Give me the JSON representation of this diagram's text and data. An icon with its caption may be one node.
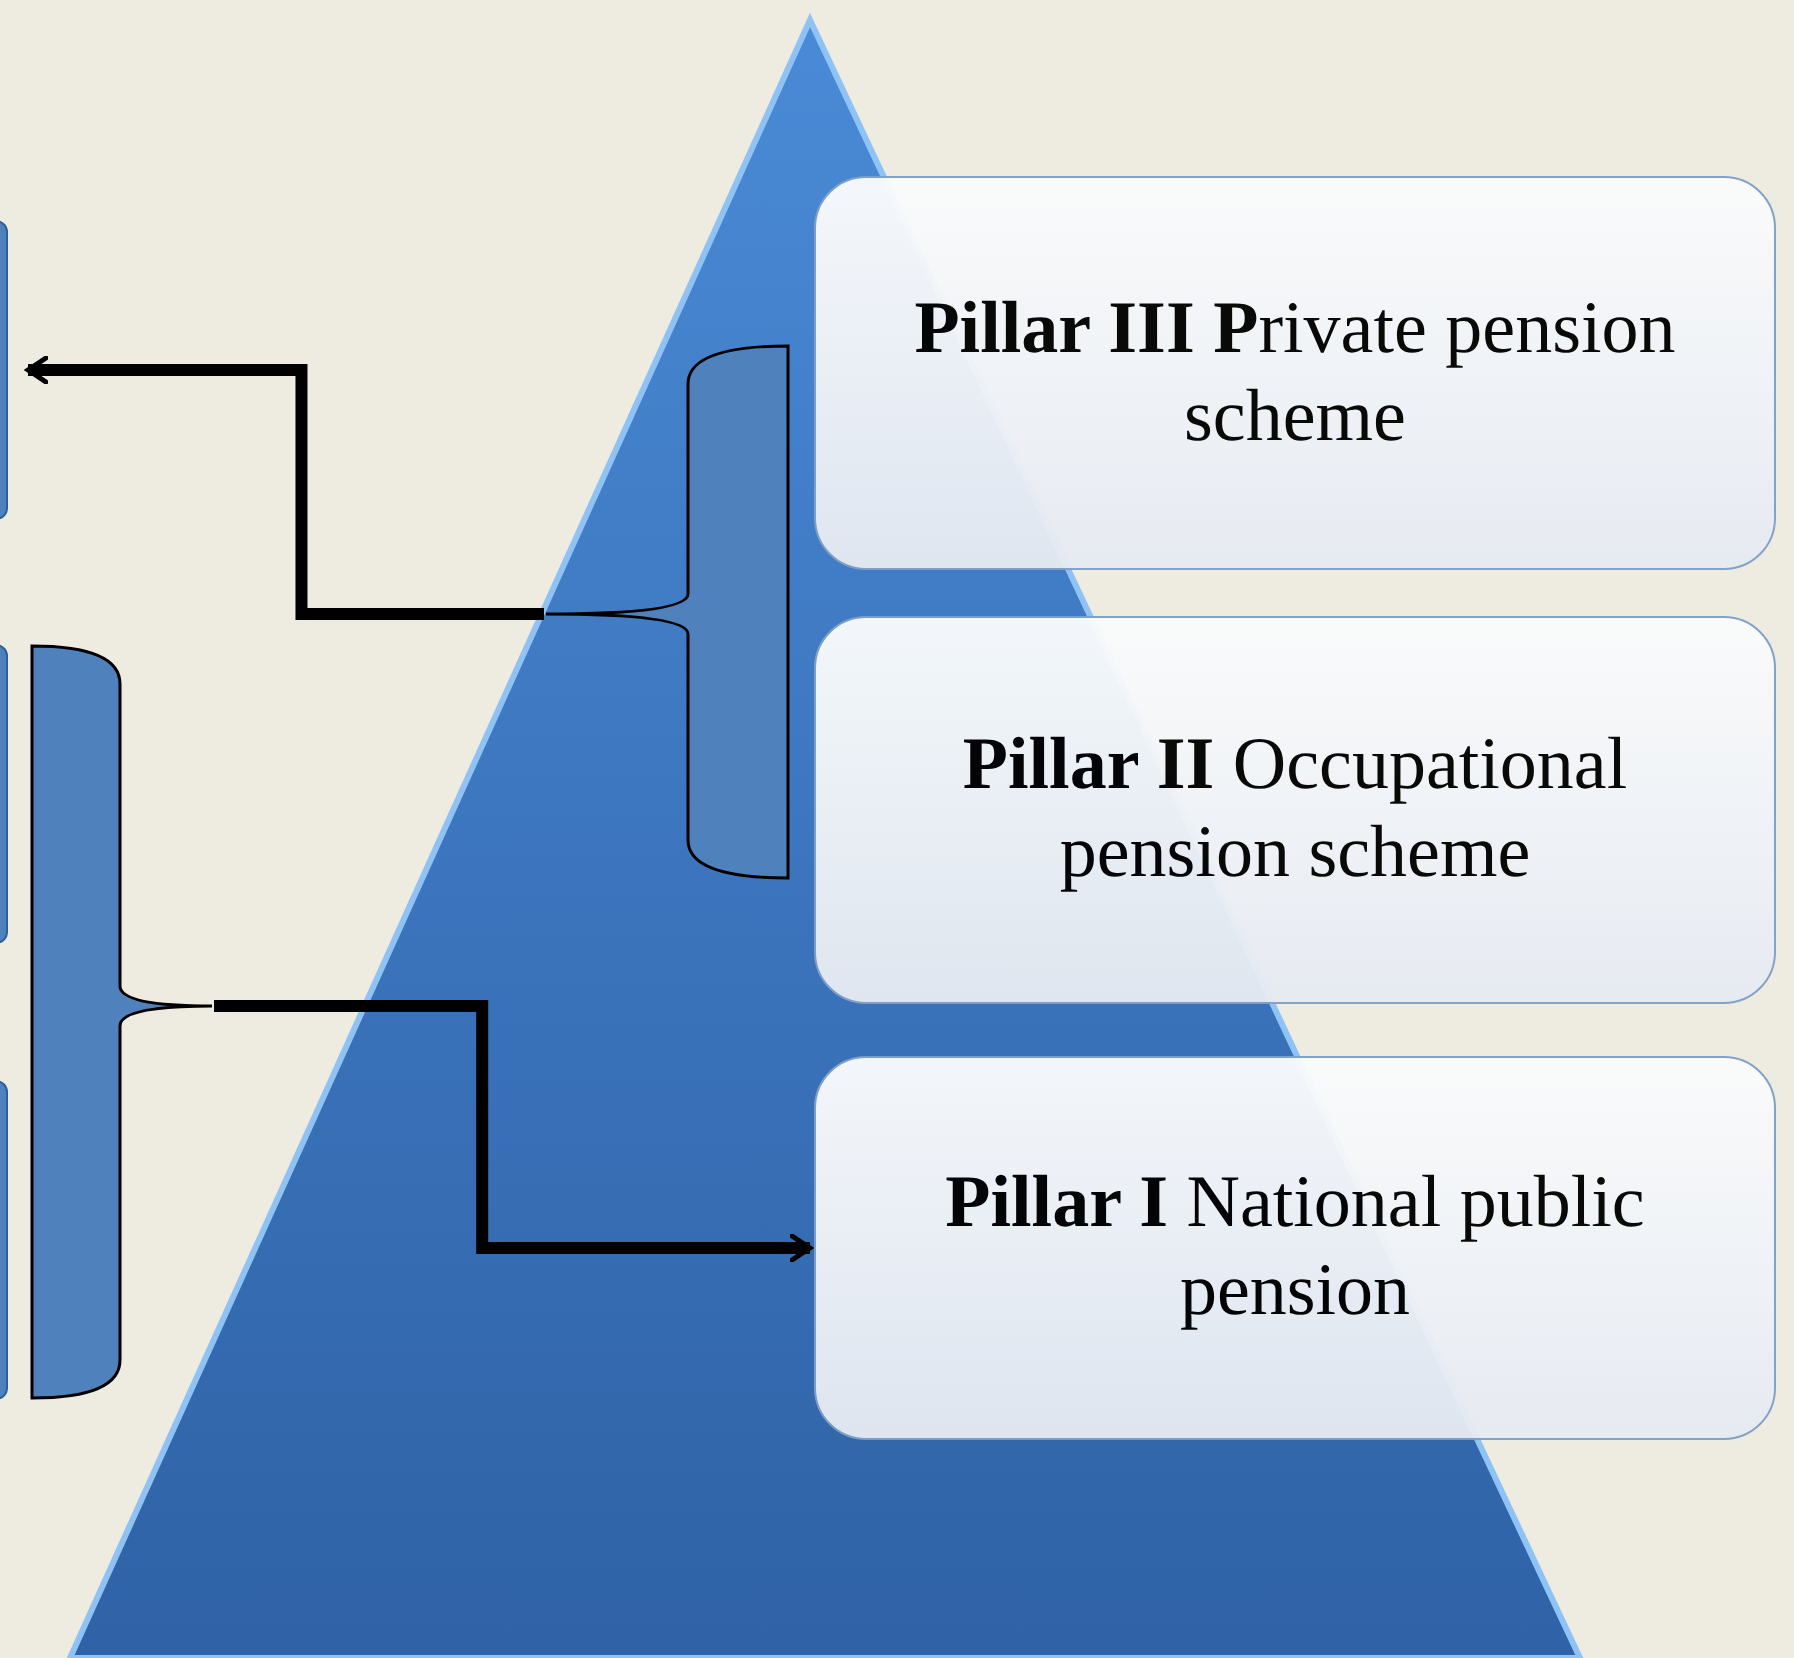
{
  "diagram": {
    "nodes": [
      {
        "text": [],
        "shape": "box"
      },
      {
        "text": [
          "**Pillar III P**rivate pension scheme"
        ]
      },
      {
        "text": [],
        "shape": "brace"
      },
      {
        "text": [],
        "shape": "box"
      },
      {
        "text": [
          "**Pillar II** Occupational pension scheme"
        ]
      },
      {
        "text": [],
        "shape": "brace"
      },
      {
        "text": [],
        "shape": "box"
      },
      {
        "text": [
          "**Pillar I** National public pension"
        ]
      }
    ],
    "edges": [
      {
        "from": 2,
        "to": 0,
        "arrow": "to"
      },
      {
        "from": 5,
        "to": 7,
        "arrow": "to"
      }
    ]
  }
}
